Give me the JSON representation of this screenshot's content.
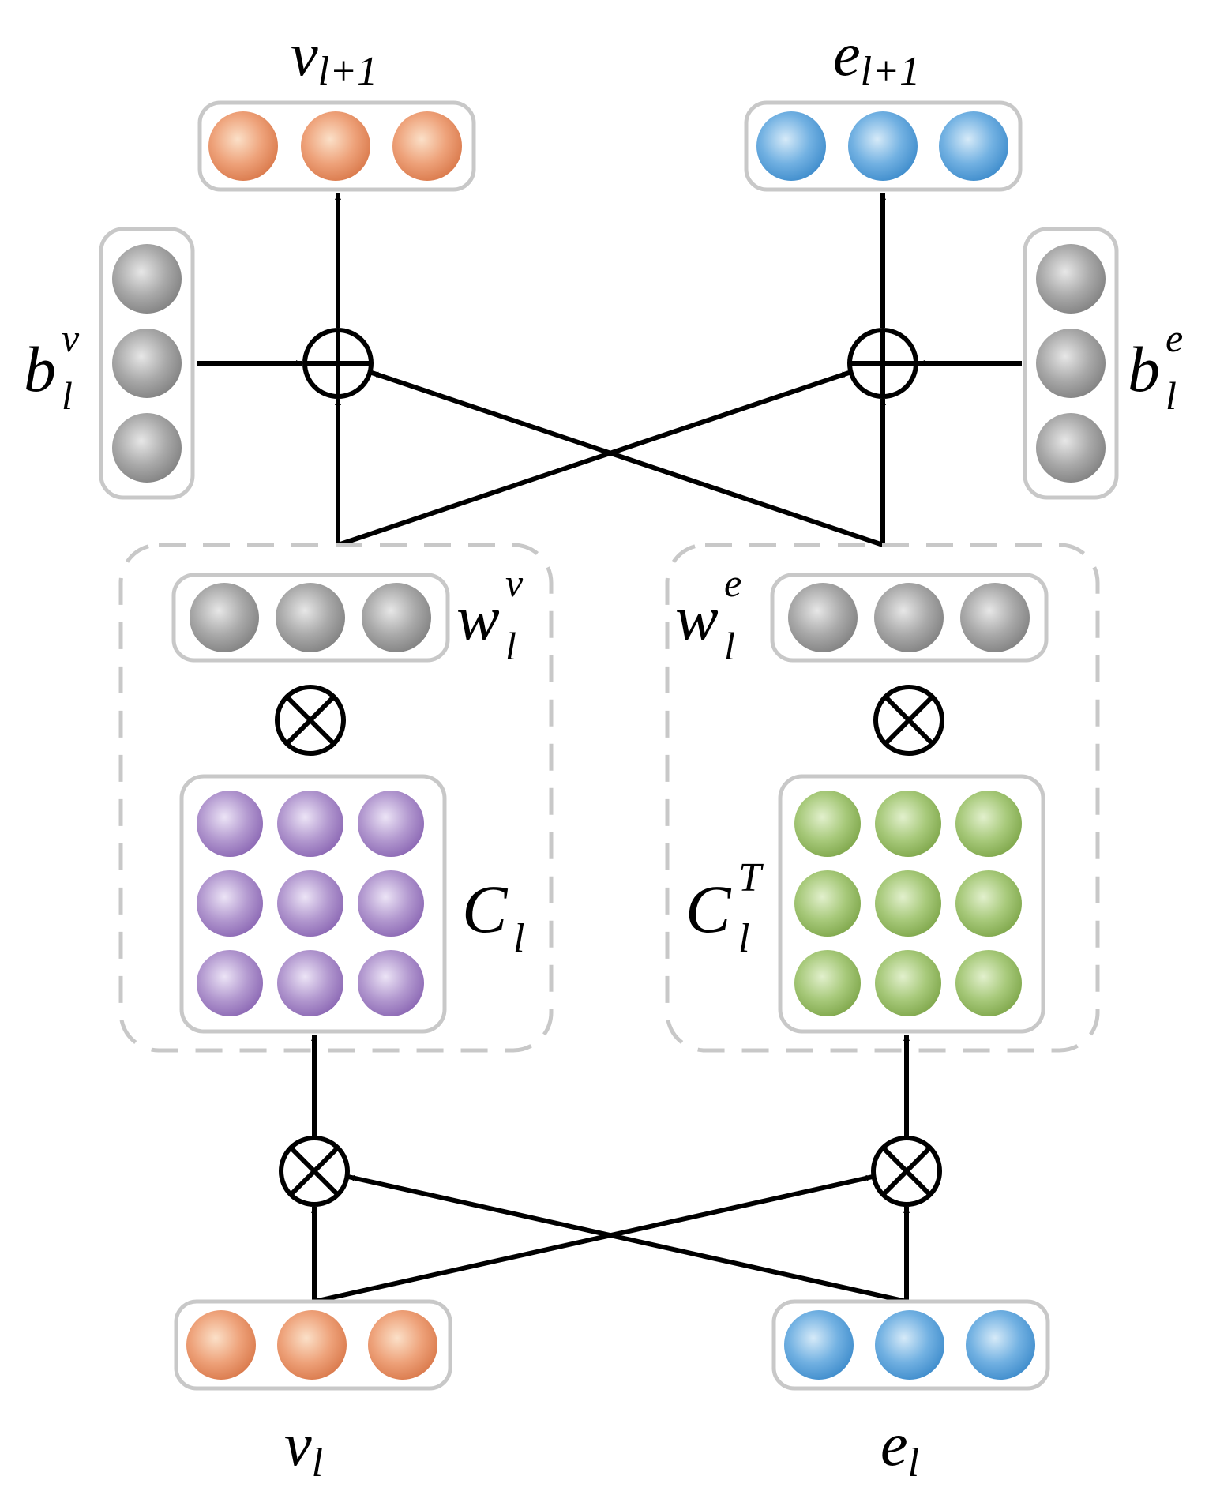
{
  "labels": {
    "v_next": {
      "base": "v",
      "sub": "l+1"
    },
    "e_next": {
      "base": "e",
      "sub": "l+1"
    },
    "b_v": {
      "base": "b",
      "sub": "l",
      "sup": "v"
    },
    "b_e": {
      "base": "b",
      "sub": "l",
      "sup": "e"
    },
    "w_v": {
      "base": "w",
      "sub": "l",
      "sup": "v"
    },
    "w_e": {
      "base": "w",
      "sub": "l",
      "sup": "e"
    },
    "c": {
      "base": "C",
      "sub": "l"
    },
    "c_t": {
      "base": "C",
      "sub": "l",
      "sup": "T"
    },
    "v_in": {
      "base": "v",
      "sub": "l"
    },
    "e_in": {
      "base": "e",
      "sub": "l"
    }
  },
  "operators": {
    "add": "add-operator",
    "multiply": "multiply-operator"
  },
  "colors": {
    "orange_node": "#e58a57",
    "blue_node": "#4f9bd6",
    "gray_node": "#8f8f8f",
    "purple_node": "#9a78bd",
    "green_node": "#8db35a",
    "box_border": "#c8c8c8",
    "dashed_border": "#c8c8c8"
  }
}
